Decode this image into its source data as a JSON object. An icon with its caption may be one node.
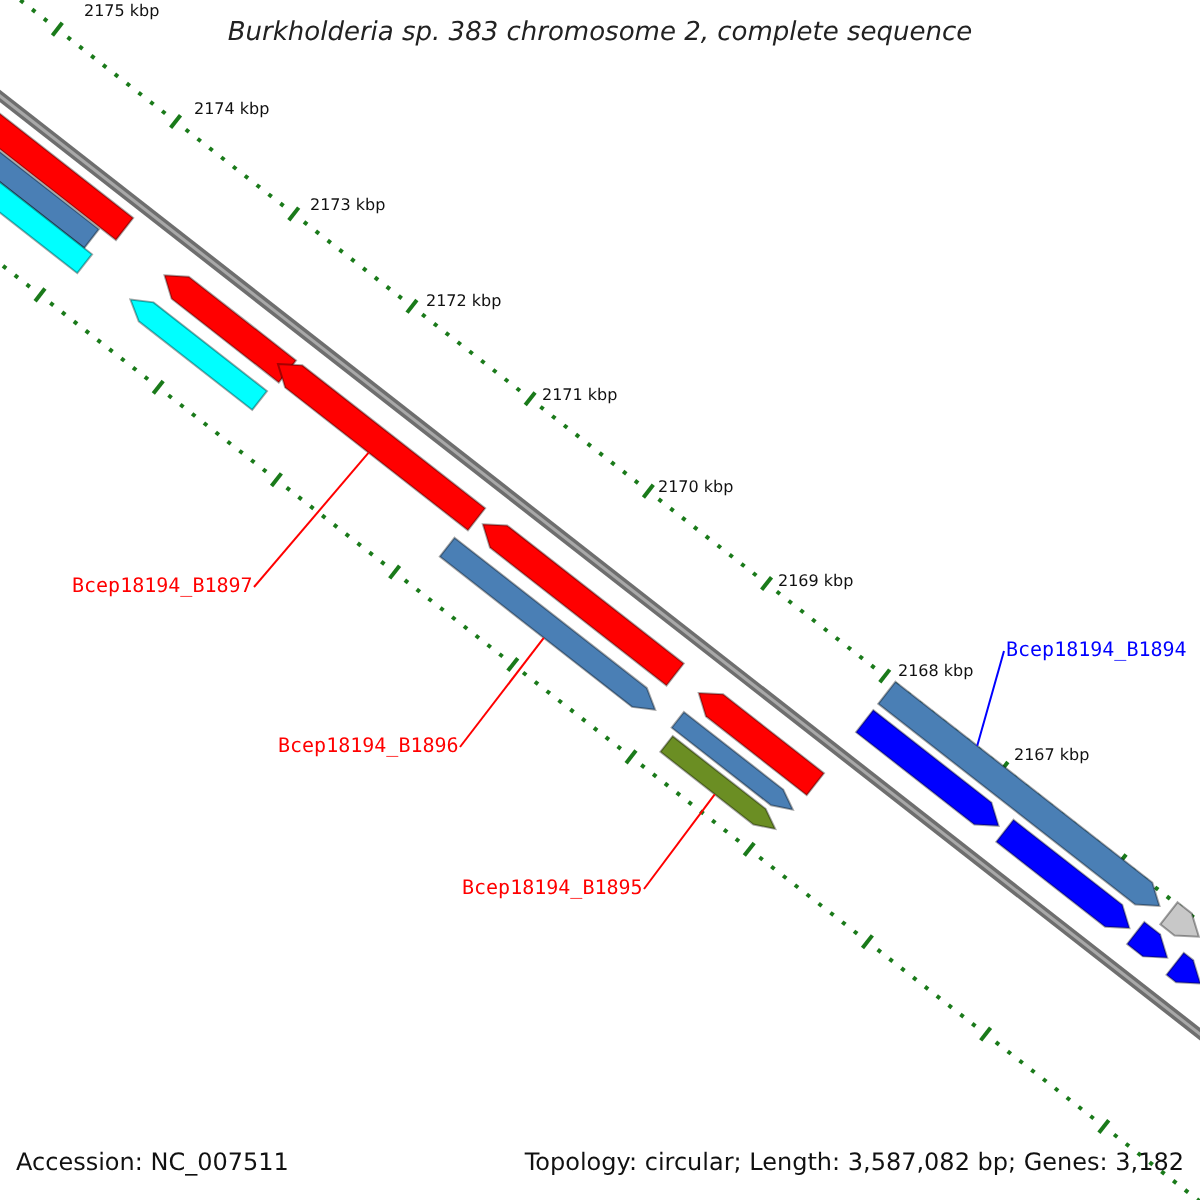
{
  "diagram": {
    "title": "Burkholderia sp. 383 chromosome 2, complete sequence",
    "nodes": [
      {
        "text": [
          "Bcep18194_B1897"
        ]
      },
      {
        "text": [
          "Bcep18194_B1894"
        ]
      },
      {
        "text": [
          "Bcep18194_B1896"
        ]
      },
      {
        "text": [
          "Bcep18194_B1895"
        ]
      },
      {
        "text": [],
        "shape": "bar"
      },
      {
        "text": [],
        "shape": "bar"
      },
      {
        "text": [],
        "shape": "bar"
      },
      {
        "text": [],
        "shape": "bar"
      },
      {
        "text": [],
        "shape": "bar"
      },
      {
        "text": [],
        "shape": "bar"
      },
      {
        "text": [],
        "shape": "bar"
      },
      {
        "text": [],
        "shape": "bar"
      },
      {
        "text": [],
        "shape": "bar"
      },
      {
        "text": [],
        "shape": "bar"
      },
      {
        "text": [],
        "shape": "bar"
      },
      {
        "text": [],
        "shape": "bar"
      },
      {
        "text": [],
        "shape": "bar"
      },
      {
        "text": [],
        "shape": "bar"
      },
      {
        "text": [],
        "shape": "bar"
      },
      {
        "text": [],
        "shape": "bar"
      },
      {
        "text": [],
        "shape": "bar"
      }
    ],
    "edges": [
      {
        "from": 0,
        "to": 9,
        "arrow": "none"
      },
      {
        "from": 1,
        "to": 15,
        "arrow": "none",
        "color": "#0000ff"
      },
      {
        "from": 2,
        "to": 11,
        "arrow": "none"
      },
      {
        "from": 3,
        "to": 14,
        "arrow": "none"
      }
    ],
    "labels": [
      "2175 kbp",
      "2174 kbp",
      "2173 kbp",
      "2172 kbp",
      "2171 kbp",
      "2170 kbp",
      "2169 kbp",
      "2168 kbp",
      "2167 kbp",
      "Accession: NC_007511",
      "Topology: circular; Length: 3,587,082 bp; Genes: 3,182"
    ]
  }
}
